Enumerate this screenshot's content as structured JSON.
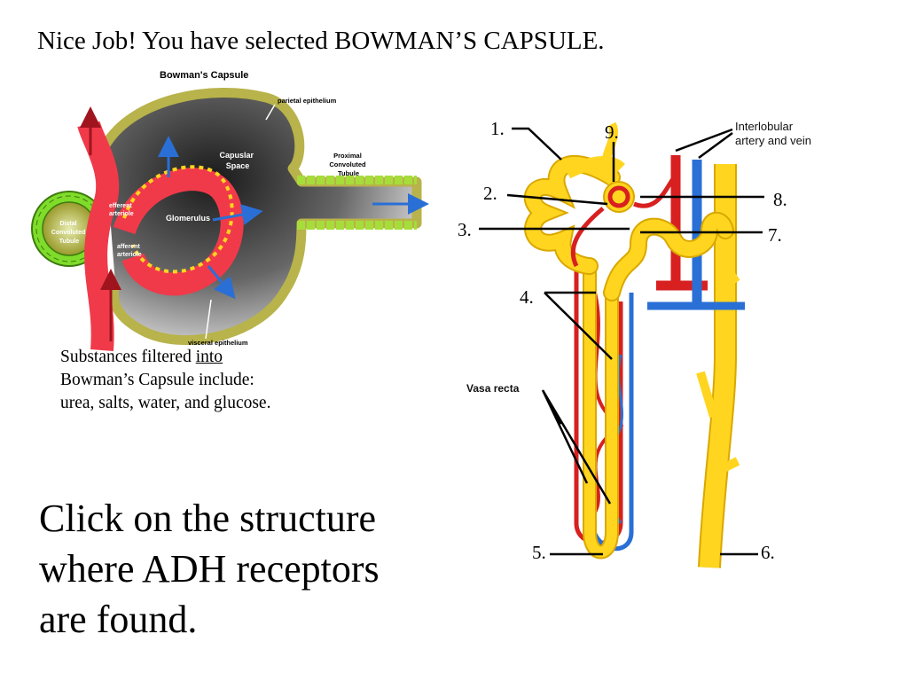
{
  "feedback": {
    "prefix": "Nice Job!  You have selected ",
    "selected": "BOWMAN’S CAPSULE."
  },
  "capsule_diagram": {
    "title": "Bowman's Capsule",
    "labels": {
      "parietal": "parietal epithelium",
      "capsular_space": [
        "Capuslar",
        "Space"
      ],
      "proximal": [
        "Proximal",
        "Convoluted",
        "Tubule"
      ],
      "distal": [
        "Distal",
        "Convoluted",
        "Tubule"
      ],
      "efferent": [
        "efferent",
        "arteriole"
      ],
      "afferent": [
        "afferent",
        "arteriole"
      ],
      "glomerulus": "Glomerulus",
      "visceral": "visceral epithelium"
    }
  },
  "substances": {
    "line1_prefix": "Substances filtered ",
    "line1_underlined": "into",
    "line2": "Bowman’s Capsule include:",
    "line3": "urea, salts, water, and glucose."
  },
  "question": {
    "line1": "Click on the structure",
    "line2": "where ADH receptors",
    "line3": "are found."
  },
  "nephron_diagram": {
    "numbers": {
      "n1": "1.",
      "n2": "2.",
      "n3": "3.",
      "n4": "4.",
      "n5": "5.",
      "n6": "6.",
      "n7": "7.",
      "n8": "8.",
      "n9": "9."
    },
    "interlobular": [
      "Interlobular",
      "artery and vein"
    ],
    "vasa_recta": "Vasa recta"
  },
  "colors": {
    "tubule": "#ffd51f",
    "tubule_edge": "#d9a800",
    "artery": "#d82020",
    "vein": "#2a6fd6",
    "capsule_edge": "#b8b34a",
    "dct_green": "#7fdc2a",
    "arrow_blue": "#2a6fd6",
    "arrow_red": "#a0141e"
  }
}
